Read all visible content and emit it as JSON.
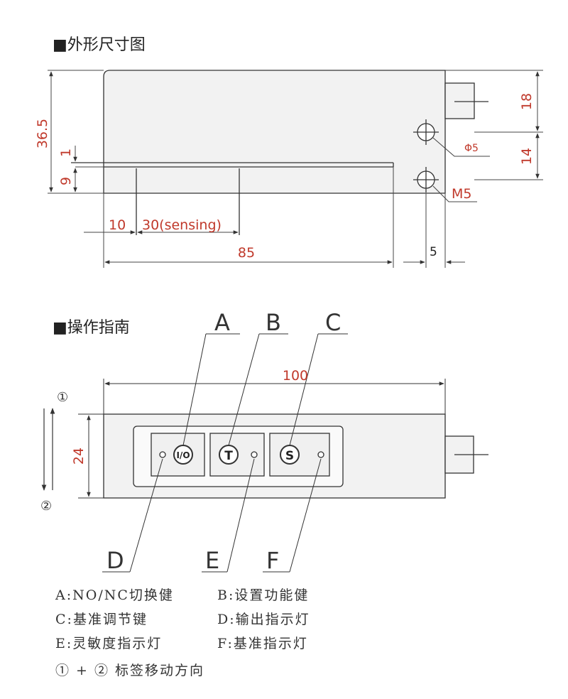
{
  "sections": {
    "dimensions_title": "■外形尺寸图",
    "guide_title": "■操作指南"
  },
  "dimensions": {
    "height_total": "36.5",
    "gap_1": "1",
    "lower_9": "9",
    "slot_offset": "10",
    "sensing": "30(sensing)",
    "length_85": "85",
    "top_18": "18",
    "hole_spacing_14": "14",
    "hole_dia": "Φ5",
    "thread": "M5",
    "edge_5": "5"
  },
  "guide": {
    "width_100": "100",
    "height_24": "24",
    "label_A": "A",
    "label_B": "B",
    "label_C": "C",
    "label_D": "D",
    "label_E": "E",
    "label_F": "F",
    "button_A": "I/O",
    "button_B": "T",
    "button_C": "S",
    "dir_1": "①",
    "dir_2": "②"
  },
  "legend": {
    "A": "A:NO/NC切换健",
    "B": "B:设置功能健",
    "C": "C:基准调节键",
    "D": "D:输出指示灯",
    "E": "E:灵敏度指示灯",
    "F": "F:基准指示灯",
    "note": "① + ② 标签移动方向"
  },
  "colors": {
    "outline": "#333333",
    "dimension": "#c0392b",
    "body_fill": "#f2f2f2"
  }
}
